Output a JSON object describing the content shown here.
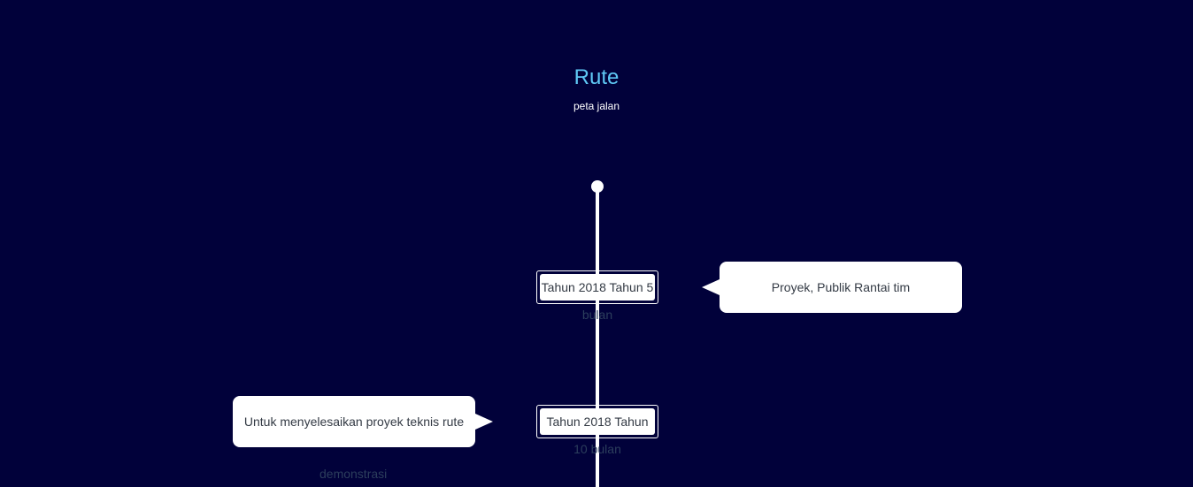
{
  "header": {
    "title": "Rute",
    "subtitle": "peta jalan"
  },
  "milestones": [
    {
      "date_line1": "Tahun 2018 Tahun 5",
      "date_line2": "bulan",
      "description": "Proyek, Publik Rantai tim",
      "side": "right"
    },
    {
      "date_line1": "Tahun 2018 Tahun",
      "date_line2": "10 bulan",
      "description": "Untuk menyelesaikan proyek teknis rute",
      "footnote": "demonstrasi",
      "side": "left"
    }
  ],
  "colors": {
    "background": "#01013a",
    "title": "#5fc8f5",
    "line": "#ffffff"
  }
}
